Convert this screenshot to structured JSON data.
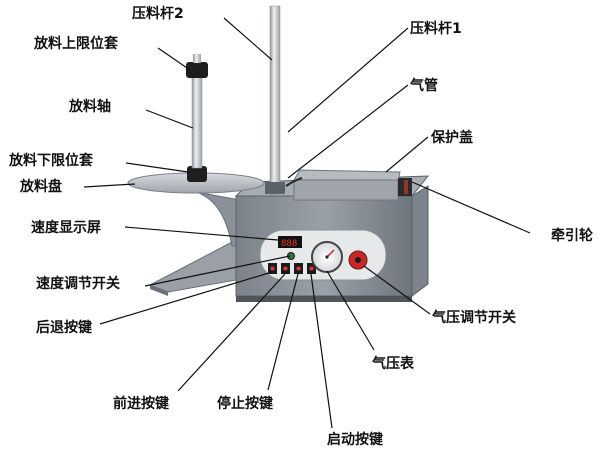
{
  "labels": {
    "press_rod_2": "压料杆2",
    "press_rod_1": "压料杆1",
    "upper_limit_sleeve": "放料上限位套",
    "air_tube": "气管",
    "unwind_shaft": "放料轴",
    "cover": "保护盖",
    "lower_limit_sleeve": "放料下限位套",
    "unwind_disc": "放料盘",
    "traction_wheel": "牵引轮",
    "speed_display": "速度显示屏",
    "speed_switch": "速度调节开关",
    "pressure_switch": "气压调节开关",
    "back_key": "后退按键",
    "pressure_gauge": "气压表",
    "forward_key": "前进按键",
    "stop_key": "停止按键",
    "start_key": "启动按键"
  },
  "colors": {
    "body": "#8e959c",
    "body_dark": "#5f666d",
    "panel": "#e6e8ea",
    "metal": "#c9ced3",
    "black": "#1b1b1b",
    "knob_red": "#c62828",
    "led_red": "#e53935"
  }
}
